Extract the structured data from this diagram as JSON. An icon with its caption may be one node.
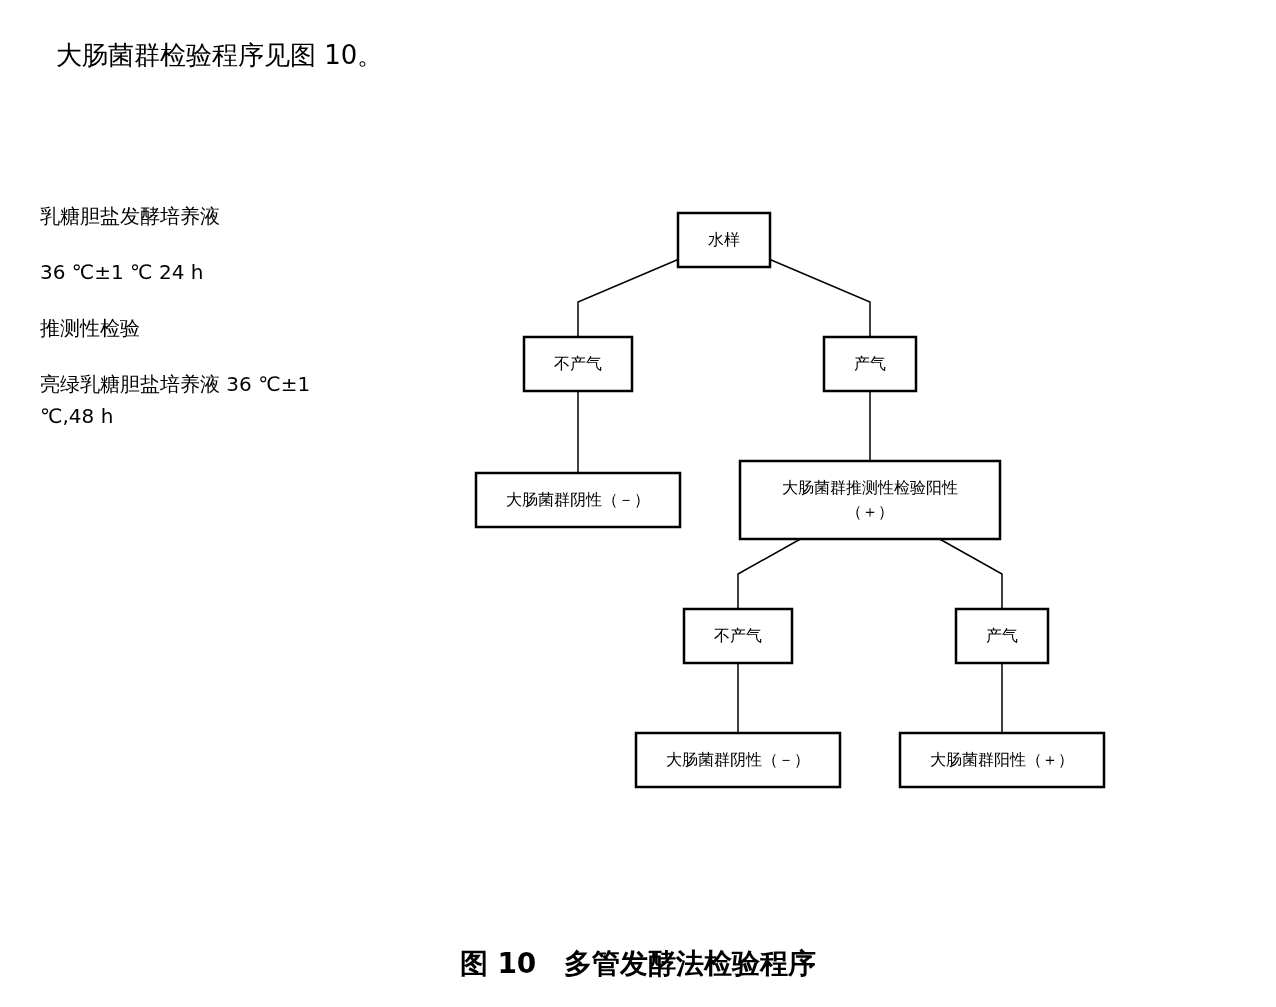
{
  "diagram": {
    "caption": "图 10　多管发酵法检验程序",
    "nodes": [
      {
        "text": [
          "水样"
        ]
      },
      {
        "text": [
          "不产气"
        ]
      },
      {
        "text": [
          "产气"
        ]
      },
      {
        "text": [
          "大肠菌群阴性（－）"
        ]
      },
      {
        "text": [
          "大肠菌群推测性检验阳性（＋）"
        ]
      },
      {
        "text": [
          "不产气"
        ]
      },
      {
        "text": [
          "产气"
        ]
      },
      {
        "text": [
          "大肠菌群阴性（－）"
        ]
      },
      {
        "text": [
          "大肠菌群阳性（＋）"
        ]
      }
    ],
    "edges": [
      {
        "from": 0,
        "to": 1,
        "arrow": "none"
      },
      {
        "from": 0,
        "to": 2,
        "arrow": "none"
      },
      {
        "from": 1,
        "to": 3,
        "arrow": "none"
      },
      {
        "from": 2,
        "to": 4,
        "arrow": "none"
      },
      {
        "from": 4,
        "to": 5,
        "arrow": "none"
      },
      {
        "from": 4,
        "to": 6,
        "arrow": "none"
      },
      {
        "from": 5,
        "to": 7,
        "arrow": "none"
      },
      {
        "from": 6,
        "to": 8,
        "arrow": "none"
      }
    ],
    "labels": [
      "大肠菌群检验程序见图 10。",
      "乳糖胆盐发酵培养液",
      "36 ℃±1 ℃ 24 h",
      "推测性检验",
      "亮绿乳糖胆盐培养液 36 ℃±1 ℃,48 h"
    ]
  }
}
